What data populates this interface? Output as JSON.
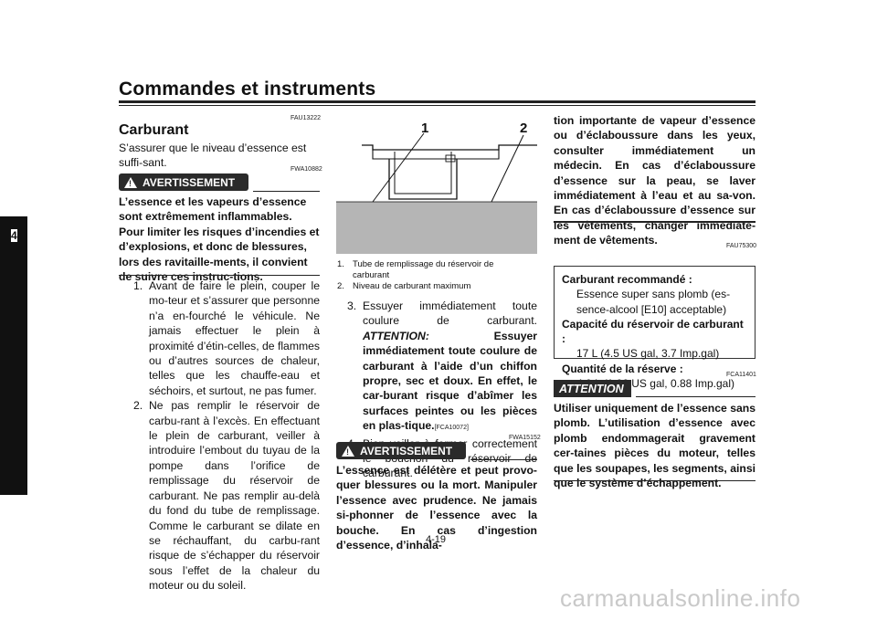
{
  "header": {
    "title": "Commandes et instruments"
  },
  "side_tab": {
    "chapter": "4"
  },
  "page": {
    "number": "4-19"
  },
  "col1": {
    "code_top": "FAU13222",
    "heading": "Carburant",
    "intro": "S’assurer que le niveau d’essence est suffi-sant.",
    "warn_code": "FWA10882",
    "warn_label": "AVERTISSEMENT",
    "warn_text": "L’essence et les vapeurs d’essence sont extrêmement inflammables. Pour limiter les risques d’incendies et d’explosions, et donc de blessures, lors des ravitaille-ments, il convient de suivre ces instruc-tions.",
    "steps": [
      {
        "n": "1.",
        "text": "Avant de faire le plein, couper le mo-teur et s’assurer que personne n’a en-fourché le véhicule. Ne jamais effectuer le plein à proximité d’étin-celles, de flammes ou d’autres sources de chaleur, telles que les chauffe-eau et séchoirs, et surtout, ne pas fumer."
      },
      {
        "n": "2.",
        "text": "Ne pas remplir le réservoir de carbu-rant à l’excès. En effectuant le plein de carburant, veiller à introduire l’embout du tuyau de la pompe dans l’orifice de remplissage du réservoir de carburant. Ne pas remplir au-delà du fond du tube de remplissage. Comme le carburant se dilate en se réchauffant, du carbu-rant risque de s’échapper du réservoir sous l’effet de la chaleur du moteur ou du soleil."
      }
    ]
  },
  "col2": {
    "figure_labels": [
      "1",
      "2"
    ],
    "captions": [
      {
        "n": "1.",
        "text": "Tube de remplissage du réservoir de carburant"
      },
      {
        "n": "2.",
        "text": "Niveau de carburant maximum"
      }
    ],
    "step3_n": "3.",
    "step3_text": "Essuyer immédiatement toute coulure de carburant.",
    "step3_att": "ATTENTION:",
    "step3_bold": "Essuyer immédiatement toute coulure de carburant à l’aide d’un chiffon propre, sec et doux. En effet, le car-burant risque d’abîmer les surfaces peintes ou les pièces en plas-tique.",
    "step3_code": "[FCA10072]",
    "step4_n": "4.",
    "step4_text": "Bien veiller à fermer correctement le bouchon du réservoir de carburant.",
    "warn_code": "FWA15152",
    "warn_label": "AVERTISSEMENT",
    "warn_text": "L’essence est délétère et peut provo-quer blessures ou la mort. Manipuler l’essence avec prudence. Ne jamais si-phonner de l’essence avec la bouche. En cas d’ingestion d’essence, d’inhala-"
  },
  "col3": {
    "warn_cont": "tion importante de vapeur d’essence ou d’éclaboussure dans les yeux, consulter immédiatement un médecin. En cas d’éclaboussure d’essence sur la peau, se laver immédiatement à l’eau et au sa-von. En cas d’éclaboussure d’essence sur les vêtements, changer immédiate-ment de vêtements.",
    "spec_code": "FAU75300",
    "spec": {
      "fuel_label": "Carburant recommandé :",
      "fuel_value": "Essence super sans plomb (es-sence-alcool [E10] acceptable)",
      "capacity_label": "Capacité du réservoir de carburant :",
      "capacity_value": "17 L (4.5 US gal, 3.7 Imp.gal)",
      "reserve_label": "Quantité de la réserve :",
      "reserve_value": "4.0 L (1.06 US gal, 0.88 Imp.gal)"
    },
    "att_code": "FCA11401",
    "att_label": "ATTENTION",
    "att_text": "Utiliser uniquement de l’essence sans plomb. L’utilisation d’essence avec plomb endommagerait gravement cer-taines pièces du moteur, telles que les soupapes, les segments, ainsi que le système d’échappement."
  },
  "watermark": "carmanualsonline.info"
}
